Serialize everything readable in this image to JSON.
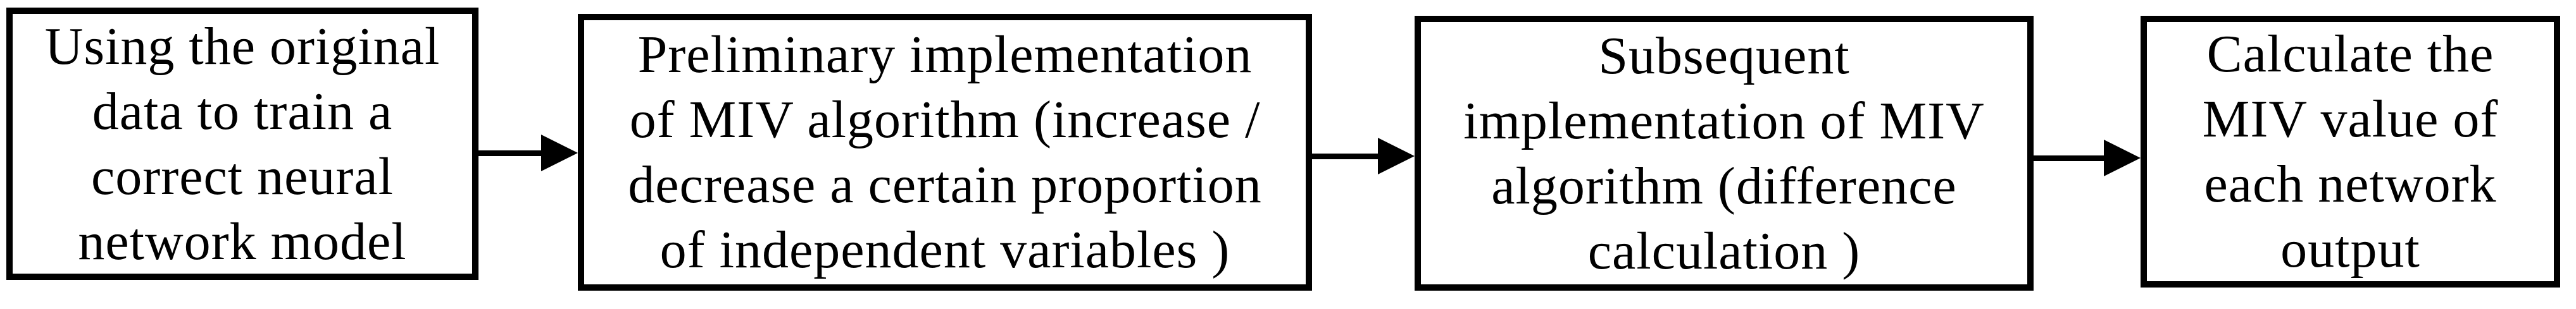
{
  "figure": {
    "type": "flowchart",
    "background_color": "#ffffff",
    "stroke_color": "#000000",
    "steps": [
      {
        "id": "step-1",
        "text": "Using the original data to train a correct neural network model",
        "lines": [
          "Using the original",
          "data to train a",
          "correct neural",
          "network model"
        ]
      },
      {
        "id": "step-2",
        "text": "Preliminary implementation of MIV algorithm (increase / decrease a certain proportion of independent variables )",
        "lines": [
          "Preliminary implementation",
          "of MIV algorithm (increase /",
          "decrease a certain proportion",
          "of independent variables )"
        ]
      },
      {
        "id": "step-3",
        "text": "Subsequent implementation of MIV algorithm (difference calculation )",
        "lines": [
          "Subsequent",
          "implementation of MIV",
          "algorithm (difference",
          "calculation )"
        ]
      },
      {
        "id": "step-4",
        "text": "Calculate the MIV value of each network output",
        "lines": [
          "Calculate the",
          "MIV value of",
          "each network",
          "output"
        ]
      }
    ],
    "connectors": [
      {
        "from": "step-1",
        "to": "step-2",
        "direction": "right"
      },
      {
        "from": "step-2",
        "to": "step-3",
        "direction": "right"
      },
      {
        "from": "step-3",
        "to": "step-4",
        "direction": "right"
      }
    ]
  }
}
